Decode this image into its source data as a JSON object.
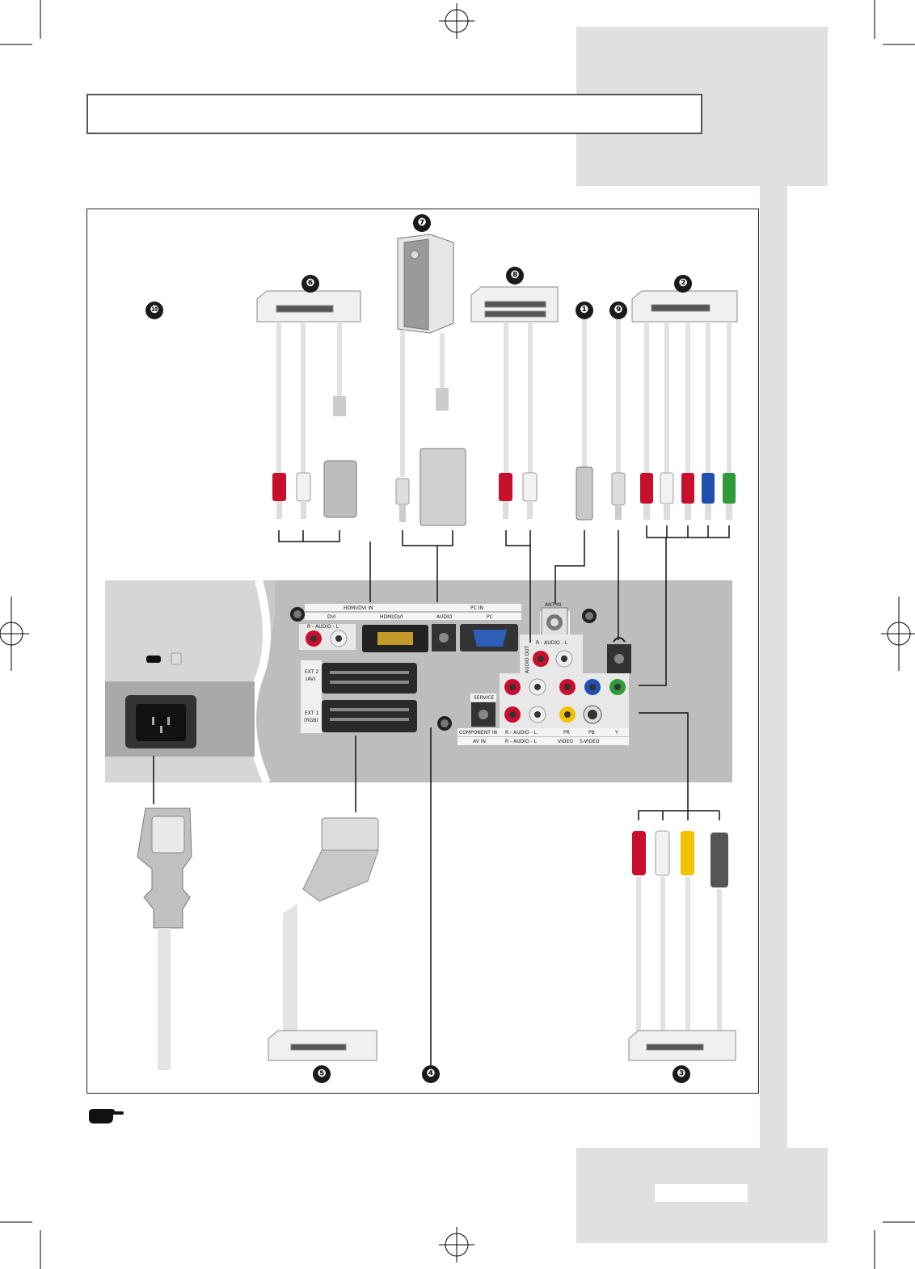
{
  "callouts": {
    "n1": "❶",
    "n2": "❷",
    "n3": "❸",
    "n4": "❹",
    "n5": "❺",
    "n6": "❻",
    "n7": "❼",
    "n8": "❽",
    "n9": "❾",
    "n10": "❿"
  },
  "panel": {
    "hdmi_dvi_in": "HDMI/DVI IN",
    "dvi": "DVI",
    "hdmi_dvi": "HDMI/DVI",
    "pc_in": "PC IN",
    "audio": "AUDIO",
    "pc": "PC",
    "r_audio_l_small": "R - AUDIO - L",
    "ant_in": "ANT IN",
    "audio_out": "AUDIO OUT",
    "r_audio_l_out": "R - AUDIO - L",
    "ext2": "EXT 2",
    "ext2_sub": "(AV)",
    "ext1": "EXT 1",
    "ext1_sub": "(RGB)",
    "service": "SERVICE",
    "component_in": "COMPONENT IN",
    "av_in": "AV IN",
    "r_audio_l_comp": "R - AUDIO - L",
    "r_audio_l_av": "R - AUDIO - L",
    "pr": "PR",
    "pb": "PB",
    "y": "Y",
    "video": "VIDEO",
    "s_video": "S-VIDEO"
  },
  "colors": {
    "panel_grey": "#bdbdbd",
    "panel_light": "#d8d8d8",
    "red_plug": "#c8102e",
    "white_plug": "#f2f2f2",
    "yellow_plug": "#f2c200",
    "blue_plug": "#1f4fb0",
    "green_plug": "#2e9a3a",
    "cable": "#e4e4e4"
  },
  "icons": [
    "pointing-hand-icon",
    "kensington-lock-icon",
    "headphone-icon",
    "registration-mark-icon"
  ]
}
